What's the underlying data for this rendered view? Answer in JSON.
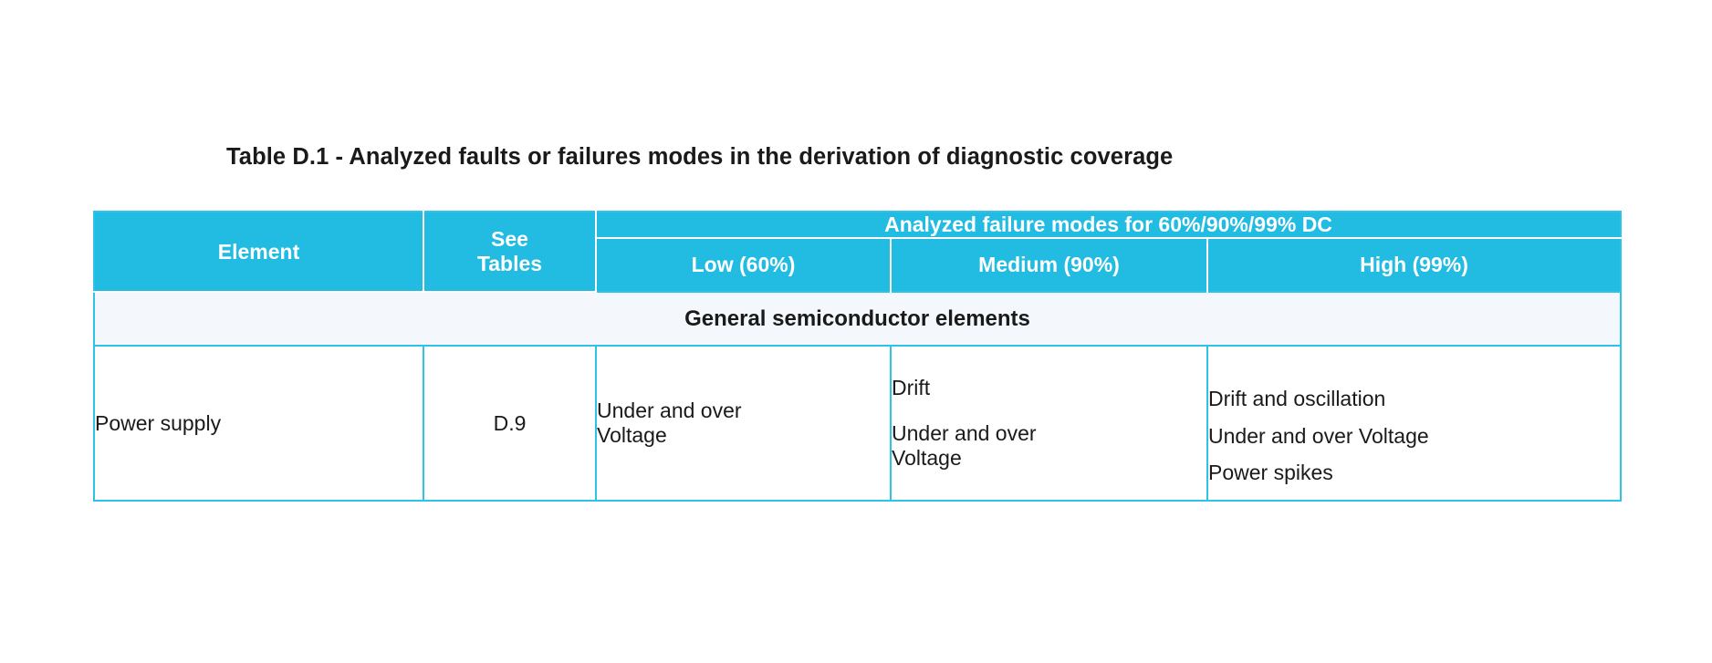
{
  "document": {
    "title": "Table D.1 - Analyzed faults or failures modes in the derivation of diagnostic coverage"
  },
  "colors": {
    "header_blue": "#22bce3",
    "border_blue": "#30c1e8",
    "section_row_bg": "#f4f8fc",
    "text": "#1a1a1a",
    "header_text": "#ffffff",
    "page_bg": "#ffffff"
  },
  "table": {
    "header": {
      "element": "Element",
      "see_tables_line1": "See",
      "see_tables_line2": "Tables",
      "analyzed_group": "Analyzed failure modes for 60%/90%/99% DC",
      "low": "Low (60%)",
      "medium": "Medium (90%)",
      "high": "High (99%)"
    },
    "section_rows": [
      {
        "label": "General semiconductor elements"
      }
    ],
    "rows": [
      {
        "element": "Power supply",
        "see_tables": "D.9",
        "low": [
          "Under and over",
          "Voltage"
        ],
        "medium": [
          "Drift",
          "Under and over",
          "Voltage"
        ],
        "high": [
          "Drift and oscillation",
          "Under and over Voltage",
          "Power spikes"
        ]
      }
    ]
  }
}
